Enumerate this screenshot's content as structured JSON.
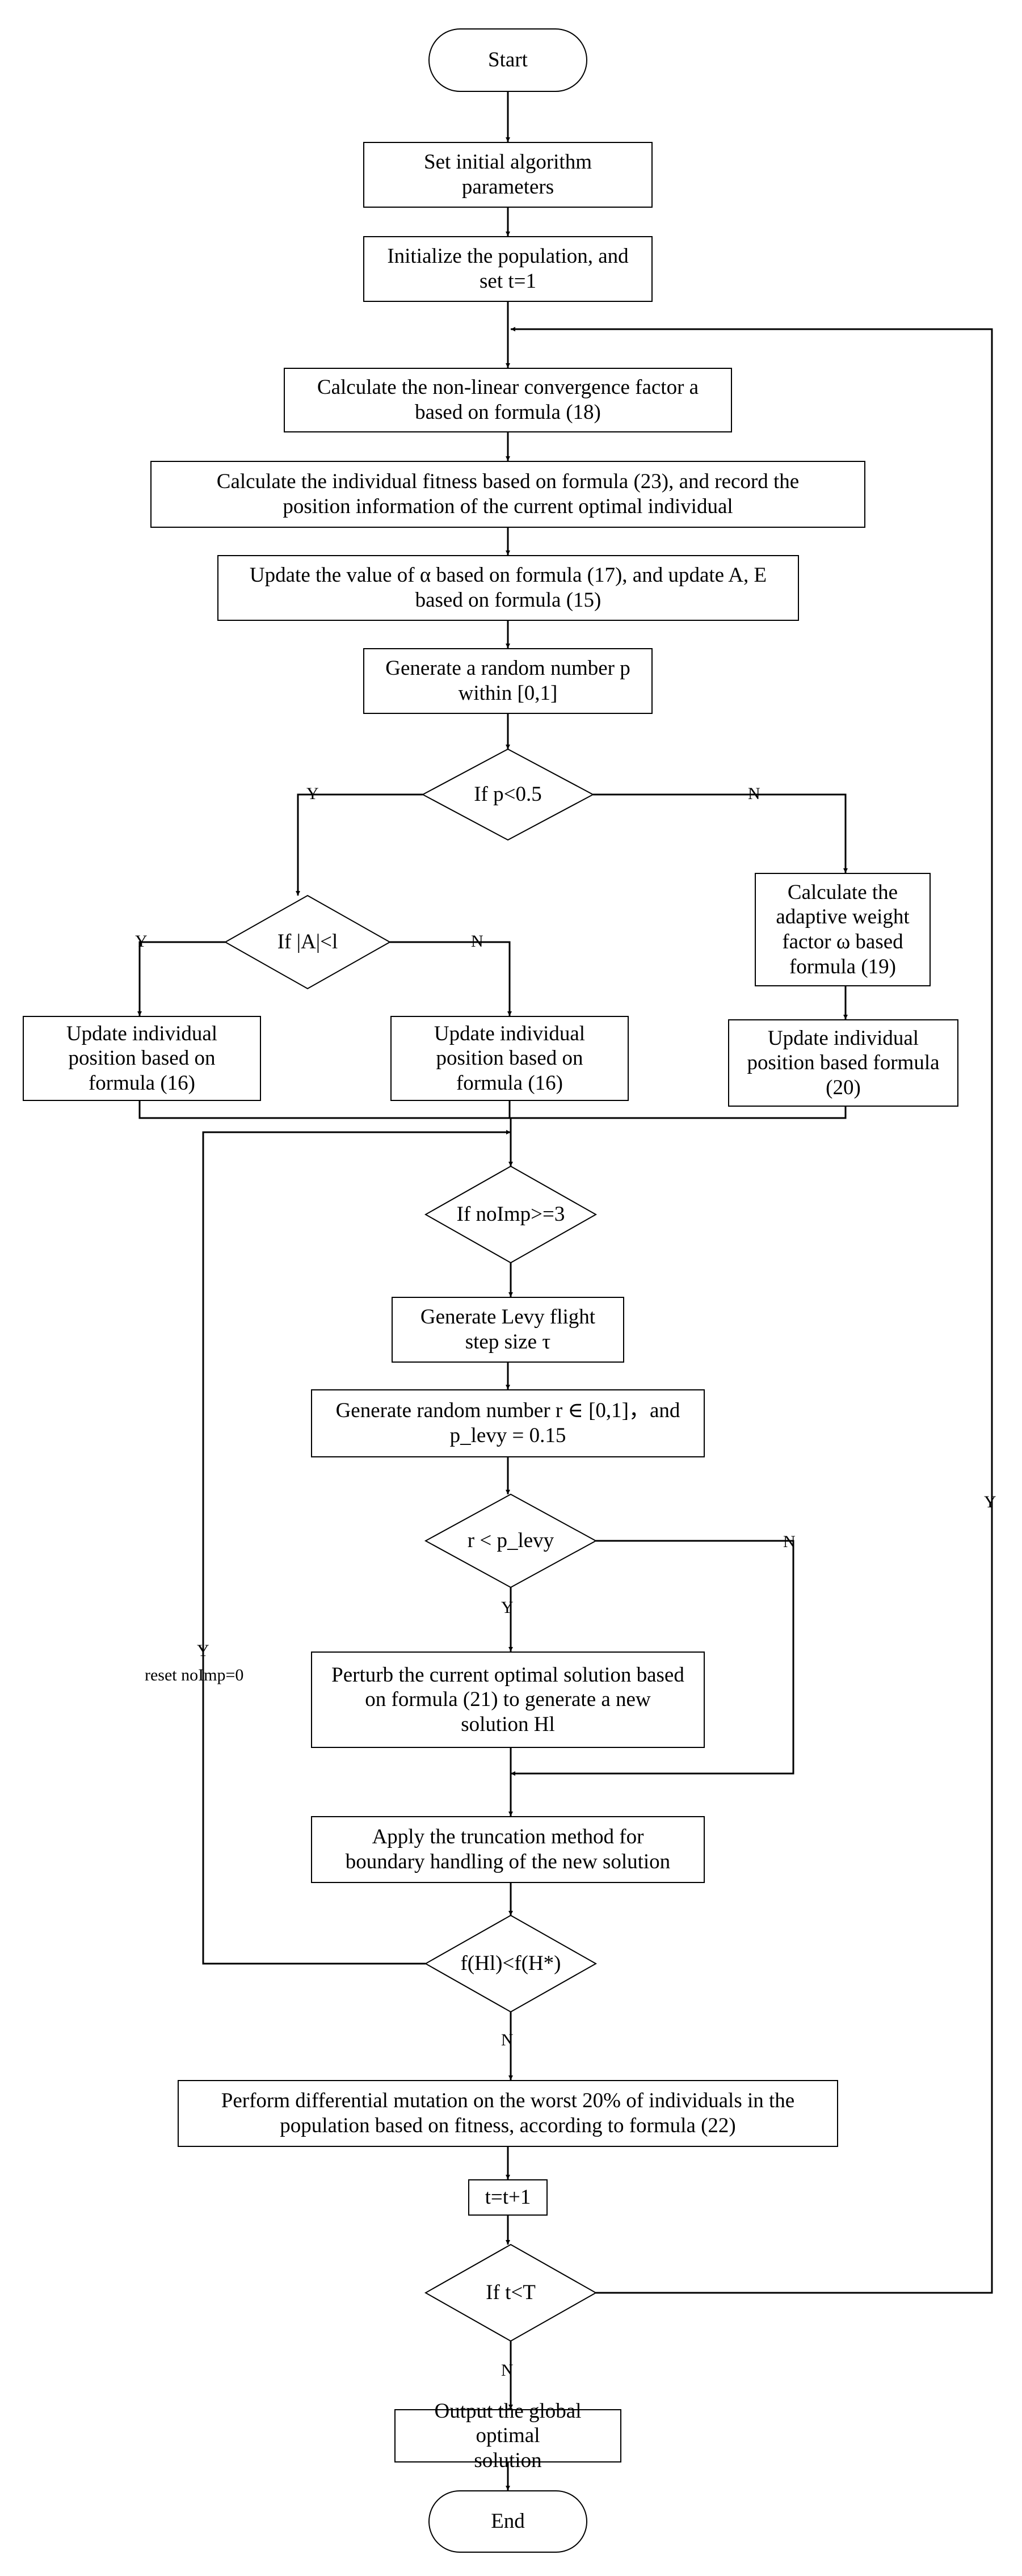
{
  "nodes": {
    "start": "Start",
    "set_params": "Set initial algorithm\nparameters",
    "init_pop": "Initialize the population, and\nset t=1",
    "calc_factor": "Calculate the non-linear convergence factor a\nbased on formula (18)",
    "calc_fitness": "Calculate the individual fitness based on formula (23), and record the\nposition information of the current optimal individual",
    "update_alpha": "Update the value of α based on formula (17), and update A, E\nbased on formula (15)",
    "gen_random_p": "Generate a random number p\nwithin [0,1]",
    "if_p": "If p<0.5",
    "if_a": "If |A|<l",
    "update_left": "Update individual\nposition based on\nformula (16)",
    "update_mid": "Update individual\nposition based on\nformula (16)",
    "calc_weight": "Calculate the\nadaptive weight\nfactor ω based\nformula (19)",
    "update_right": "Update individual\nposition based formula\n(20)",
    "if_noimp": "If noImp>=3",
    "gen_levy": "Generate Levy flight\nstep size τ",
    "gen_r": "Generate random number r ∈ [0,1]，and\np_levy = 0.15",
    "if_r": "r < p_levy",
    "perturb": "Perturb the current optimal solution based\non formula (21) to generate a new\nsolution Hl",
    "truncation": "Apply the truncation method for\nboundary handling of the new solution",
    "if_f": "f(Hl)<f(H*)",
    "diff_mutation": "Perform differential mutation on the worst 20% of individuals in the\npopulation based on fitness, according to formula (22)",
    "t_inc": "t=t+1",
    "if_t": "If t<T",
    "output": "Output the global optimal\nsolution",
    "end": "End"
  },
  "labels": {
    "p_yes": "Y",
    "p_no": "N",
    "a_yes": "Y",
    "a_no": "N",
    "r_yes": "Y",
    "r_no": "N",
    "f_yes": "Y",
    "f_reset": "reset noImp=0",
    "f_no": "N",
    "t_yes": "Y",
    "t_no": "N"
  }
}
